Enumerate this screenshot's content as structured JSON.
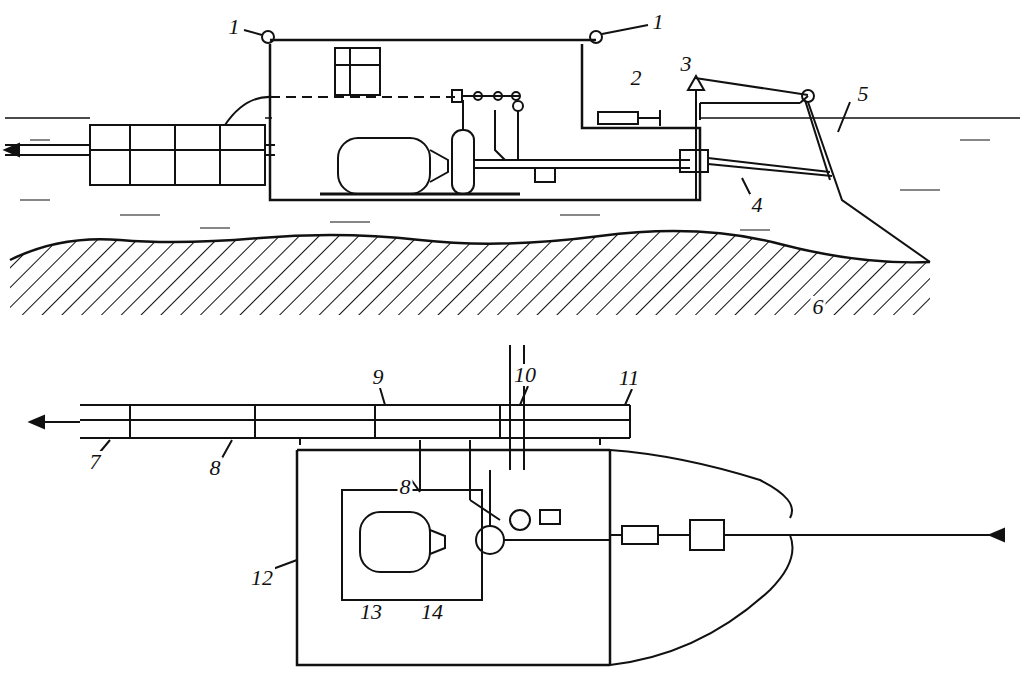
{
  "diagram": {
    "labels": [
      "1",
      "1",
      "2",
      "3",
      "5",
      "4",
      "6",
      "7",
      "8",
      "9",
      "10",
      "11",
      "8",
      "12",
      "13",
      "14"
    ]
  }
}
